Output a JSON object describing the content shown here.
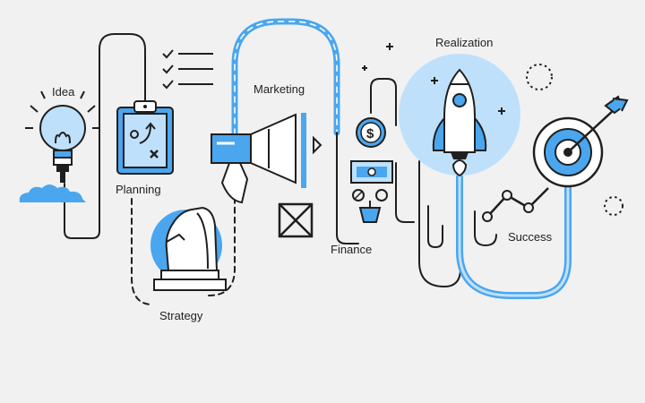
{
  "stages": {
    "idea": "Idea",
    "planning": "Planning",
    "strategy": "Strategy",
    "marketing": "Marketing",
    "finance": "Finance",
    "realization": "Realization",
    "success": "Success"
  },
  "icons": {
    "idea": "light-bulb-icon",
    "planning": "clipboard-plan-icon",
    "checklist": "checklist-icon",
    "strategy": "chess-knight-icon",
    "marketing": "megaphone-icon",
    "box": "crossed-box-icon",
    "finance": "dollar-coin-icon",
    "cash": "banknote-icon",
    "plant": "money-plant-icon",
    "realization": "rocket-icon",
    "success": "target-arrow-icon",
    "growth": "growth-chart-icon"
  },
  "colors": {
    "background": "#f1f1f1",
    "line": "#1f1f1f",
    "accent": "#4aa6ee",
    "accent_light": "#bfe0fb"
  }
}
